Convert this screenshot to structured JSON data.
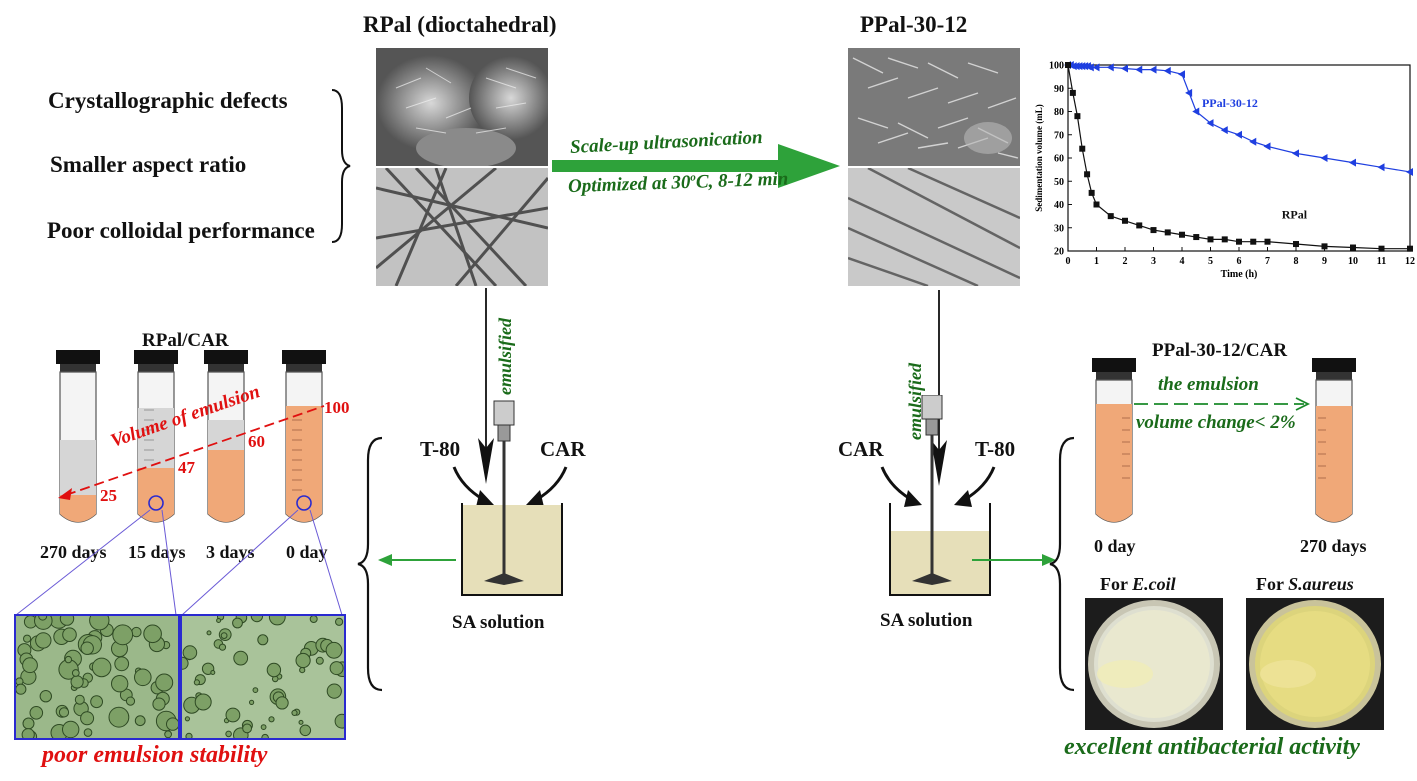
{
  "left_panel": {
    "title": "RPal (dioctahedral)",
    "properties": [
      "Crystallographic defects",
      "Smaller aspect ratio",
      "Poor colloidal performance"
    ]
  },
  "right_panel": {
    "title": "PPal-30-12"
  },
  "process": {
    "line1": "Scale-up ultrasonication",
    "line2_pre": "Optimized at 30",
    "line2_sup": "o",
    "line2_post": "C, 8-12 min"
  },
  "mixing": {
    "left": {
      "surfactant": "T-80",
      "oil": "CAR",
      "action": "emulsified",
      "solution": "SA solution"
    },
    "right": {
      "surfactant": "T-80",
      "oil": "CAR",
      "action": "emulsified",
      "solution": "SA solution"
    }
  },
  "rpal_tubes": {
    "title": "RPal/CAR",
    "annotation": "Volume of emulsion",
    "tubes": [
      {
        "day": "270 days",
        "value": "25"
      },
      {
        "day": "15 days",
        "value": "47"
      },
      {
        "day": "3 days",
        "value": "60"
      },
      {
        "day": "0 day",
        "value": "100"
      }
    ],
    "conclusion": "poor emulsion stability"
  },
  "ppal_tubes": {
    "title": "PPal-30-12/CAR",
    "annotation_line1": "the emulsion",
    "annotation_line2": "volume change< 2%",
    "tubes": [
      {
        "day": "0 day"
      },
      {
        "day": "270 days"
      }
    ],
    "plates": [
      {
        "prefix": "For ",
        "organism": "E.coil"
      },
      {
        "prefix": "For ",
        "organism": "S.aureus"
      }
    ],
    "conclusion": "excellent antibacterial activity"
  },
  "chart_data": {
    "type": "line",
    "xlabel": "Time (h)",
    "ylabel": "Sedimentation volume (mL)",
    "xlim": [
      0,
      12
    ],
    "ylim": [
      20,
      100
    ],
    "xticks": [
      "0",
      "1",
      "2",
      "3",
      "4",
      "5",
      "6",
      "7",
      "8",
      "9",
      "10",
      "11",
      "12"
    ],
    "yticks": [
      "20",
      "30",
      "40",
      "50",
      "60",
      "70",
      "80",
      "90",
      "100"
    ],
    "series": [
      {
        "name": "PPal-30-12",
        "color": "#1f3fe0",
        "marker": "triangle-left",
        "x": [
          0,
          0.1,
          0.2,
          0.3,
          0.4,
          0.5,
          0.6,
          0.7,
          0.8,
          1,
          1.5,
          2,
          2.5,
          3,
          3.5,
          4,
          4.25,
          4.5,
          5,
          5.5,
          6,
          6.5,
          7,
          8,
          9,
          10,
          11,
          12
        ],
        "y": [
          100,
          100,
          99.5,
          99.5,
          99.5,
          99.5,
          99.5,
          99.5,
          99,
          99,
          99,
          98.5,
          98,
          98,
          97.5,
          96,
          88,
          80,
          75,
          72,
          70,
          67,
          65,
          62,
          60,
          58,
          56,
          54
        ]
      },
      {
        "name": "RPal",
        "color": "#111111",
        "marker": "square",
        "x": [
          0,
          0.17,
          0.33,
          0.5,
          0.67,
          0.83,
          1,
          1.5,
          2,
          2.5,
          3,
          3.5,
          4,
          4.5,
          5,
          5.5,
          6,
          6.5,
          7,
          8,
          9,
          10,
          11,
          12
        ],
        "y": [
          100,
          88,
          78,
          64,
          53,
          45,
          40,
          35,
          33,
          31,
          29,
          28,
          27,
          26,
          25,
          25,
          24,
          24,
          24,
          23,
          22,
          21.5,
          21,
          21
        ]
      }
    ]
  }
}
